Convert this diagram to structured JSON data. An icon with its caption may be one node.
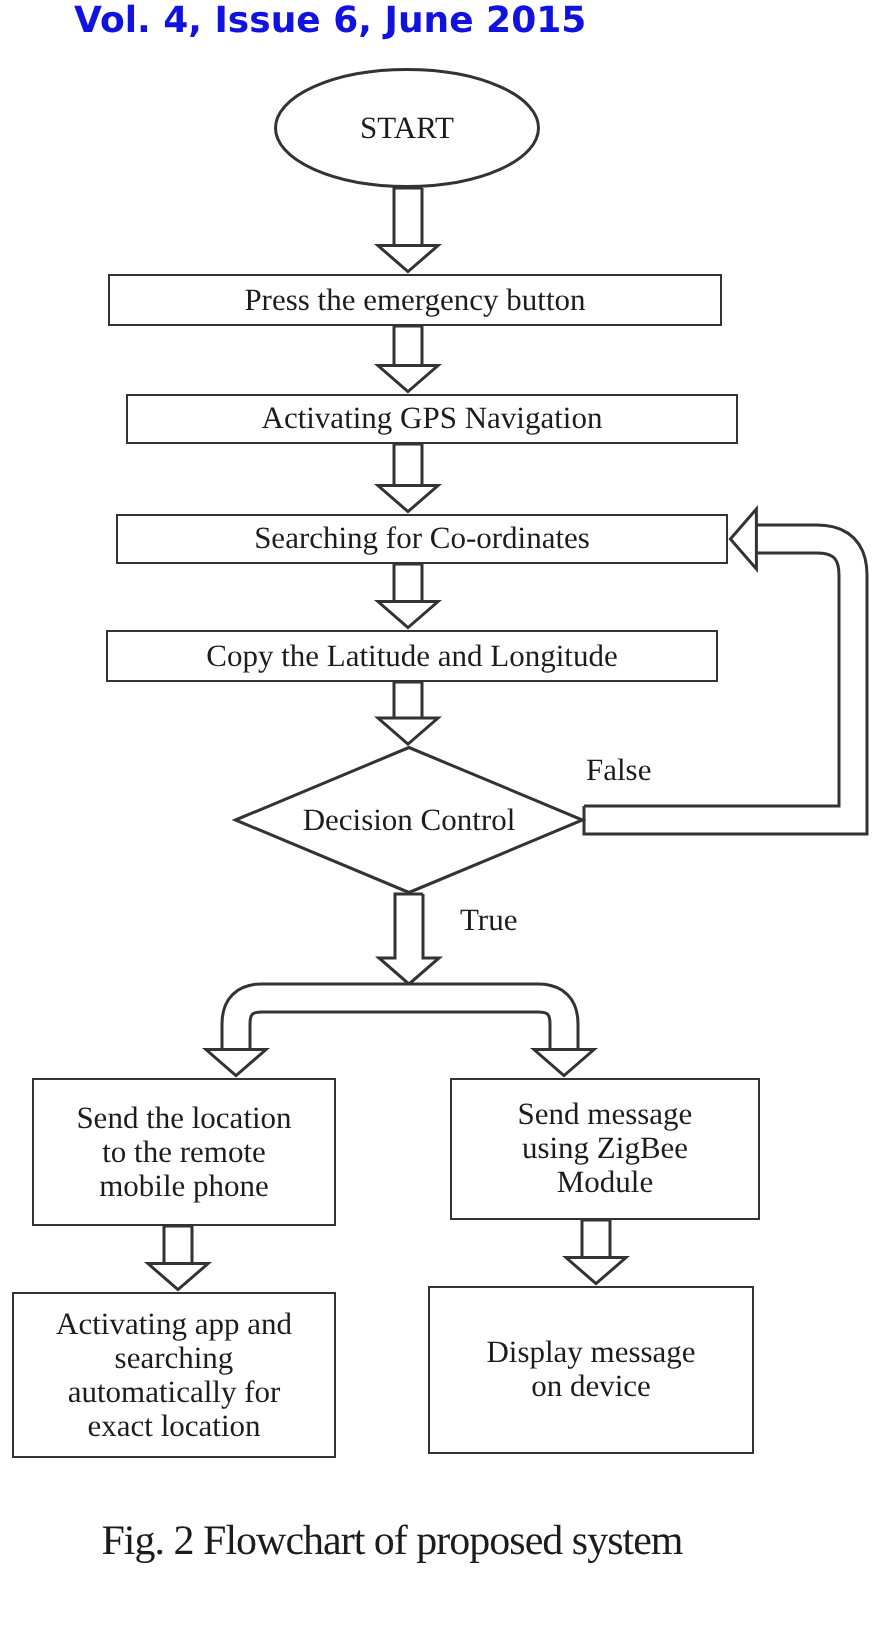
{
  "diagram": {
    "caption": "Fig. 2 Flowchart of proposed system",
    "nodes": [
      {
        "text": [
          "START"
        ]
      },
      {
        "text": [
          "Press the emergency button"
        ]
      },
      {
        "text": [
          "Activating GPS Navigation"
        ]
      },
      {
        "text": [
          "Searching for Co-ordinates"
        ]
      },
      {
        "text": [
          "Copy the Latitude and Longitude"
        ]
      },
      {
        "text": [
          "Decision Control"
        ]
      },
      {
        "text": [
          "Send the location to the remote mobile phone"
        ]
      },
      {
        "text": [
          "Send message using ZigBee Module"
        ]
      },
      {
        "text": [
          "Activating app and searching automatically for exact location"
        ]
      },
      {
        "text": [
          "Display message on device"
        ]
      }
    ],
    "edges": [
      {
        "from": 0,
        "to": 1,
        "arrow": "to"
      },
      {
        "from": 1,
        "to": 2,
        "arrow": "to"
      },
      {
        "from": 2,
        "to": 3,
        "arrow": "to"
      },
      {
        "from": 3,
        "to": 4,
        "arrow": "to"
      },
      {
        "from": 4,
        "to": 5,
        "arrow": "to"
      },
      {
        "from": 5,
        "to": 3,
        "arrow": "to",
        "label": "False"
      },
      {
        "from": 5,
        "to": 6,
        "arrow": "to"
      },
      {
        "from": 5,
        "to": 7,
        "arrow": "to",
        "label": "True"
      },
      {
        "from": 6,
        "to": 8,
        "arrow": "to"
      },
      {
        "from": 7,
        "to": 9,
        "arrow": "to"
      }
    ],
    "labels": [
      "Vol. 4, Issue 6, June 2015"
    ]
  }
}
